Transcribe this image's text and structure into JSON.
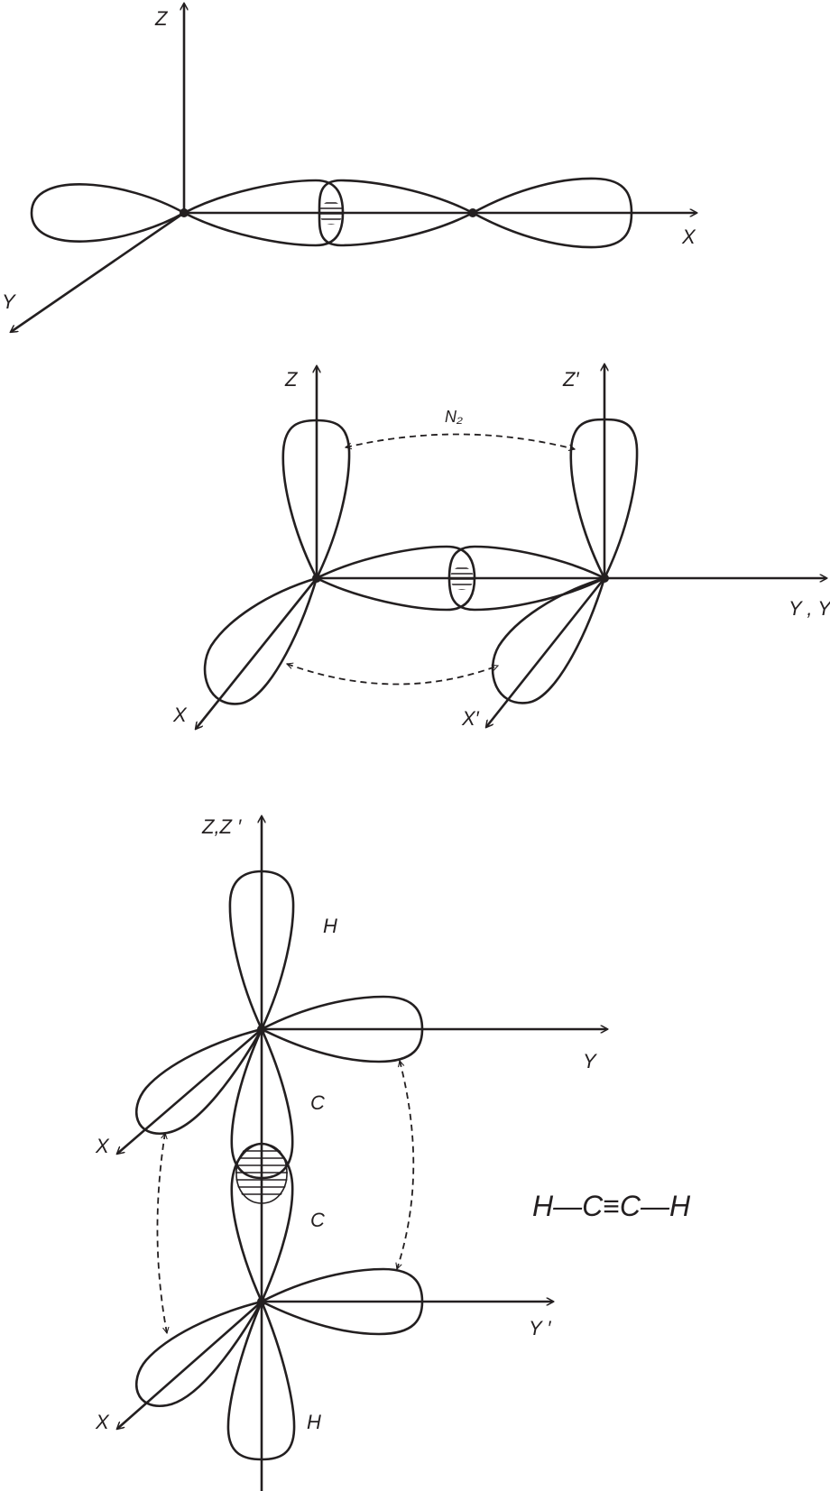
{
  "diagram1": {
    "axis_z": "Z",
    "axis_x": "X",
    "axis_y": "Y"
  },
  "diagram2": {
    "axis_z": "Z",
    "axis_z_prime": "Z′",
    "axis_yy": "Y , Y′",
    "axis_x": "X",
    "axis_x_prime": "X′",
    "molecule_label": "N₂"
  },
  "diagram3": {
    "axis_zz": "Z,Z ′",
    "axis_y": "Y",
    "axis_y_prime": "Y ′",
    "axis_x_top": "X",
    "axis_x_bottom": "X",
    "atom_h_top": "H",
    "atom_c_top": "C",
    "atom_c_bottom": "C",
    "atom_h_bottom": "H",
    "formula": "H—C≡C—H"
  },
  "colors": {
    "ink": "#231f20",
    "background": "#ffffff"
  }
}
